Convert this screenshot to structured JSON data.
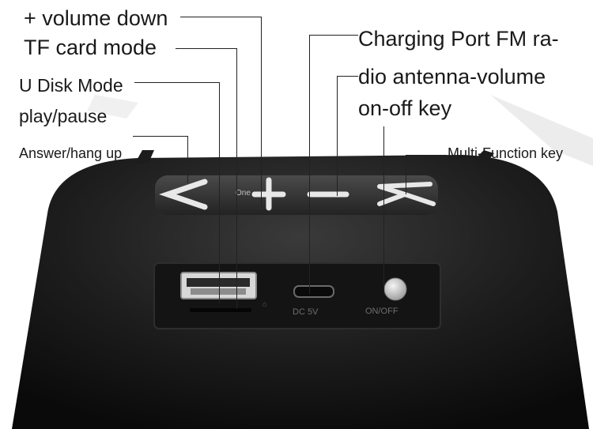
{
  "labels": {
    "volume_down": "+ volume down",
    "tf_card_mode": "TF card mode",
    "u_disk_mode": "U Disk Mode",
    "play_pause": "play/pause",
    "answer_hang_up": "Answer/hang up",
    "charging_port_line1": "Charging Port FM ra-",
    "charging_port_line2": "dio antenna-volume",
    "charging_port_line3": "on-off key",
    "multi_function_key": "Multi-Function key"
  },
  "device": {
    "button_glyphs": [
      "<",
      "+",
      "—",
      "M"
    ],
    "panel_print_dc": "DC 5V",
    "panel_print_switch": "ON/OFF",
    "button_print": "One"
  }
}
